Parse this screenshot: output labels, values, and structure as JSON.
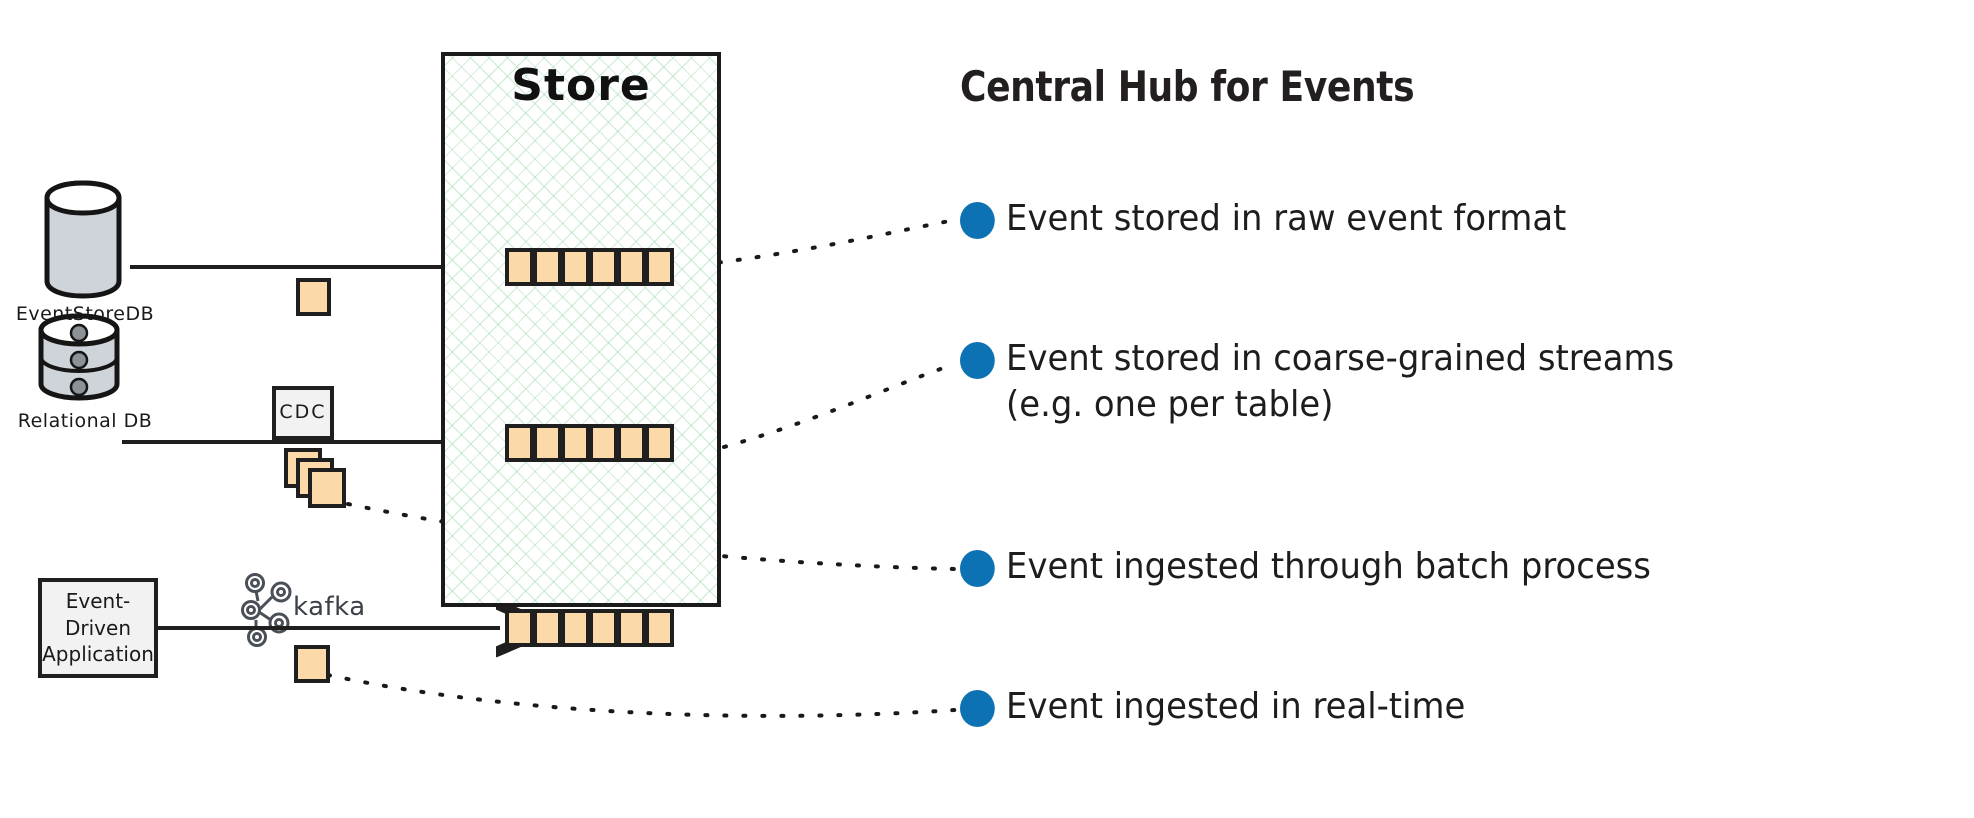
{
  "diagram": {
    "store": {
      "title": "Store",
      "streams": [
        {
          "name": "raw-event-stream",
          "cells": 6
        },
        {
          "name": "coarse-grained-stream",
          "cells": 6
        },
        {
          "name": "realtime-stream",
          "cells": 6
        }
      ]
    },
    "sources": [
      {
        "id": "eventstoredb",
        "label": "EventStoreDB",
        "icon": "database-cylinder-icon",
        "connector_label": "",
        "payload_icon": "single-event-chip-icon"
      },
      {
        "id": "relational-db",
        "label": "Relational DB",
        "icon": "layered-database-icon",
        "connector_label": "CDC",
        "payload_icon": "stacked-events-chip-icon"
      },
      {
        "id": "event-driven-application",
        "label": "Event-\nDriven\nApplication",
        "label_lines": [
          "Event-",
          "Driven",
          "Application"
        ],
        "icon": "app-box-icon",
        "connector_label": "kafka",
        "payload_icon": "single-event-chip-icon"
      }
    ]
  },
  "legend": {
    "title": "Central Hub for Events",
    "bullet_color": "#0c72b4",
    "items": [
      {
        "id": "raw-event-format",
        "text": "Event stored in raw event format"
      },
      {
        "id": "coarse-grained-streams",
        "text": "Event stored in coarse-grained streams (e.g. one per table)"
      },
      {
        "id": "batch-process",
        "text": "Event ingested through batch process"
      },
      {
        "id": "real-time",
        "text": "Event ingested in real-time"
      }
    ]
  },
  "colors": {
    "event_chip_fill": "#fbd9a8",
    "stroke": "#1f1f1f",
    "store_hatch": "#78c88c",
    "db_fill": "#cfd3da",
    "node_fill": "#f2f2f2",
    "accent_blue": "#0c72b4"
  }
}
